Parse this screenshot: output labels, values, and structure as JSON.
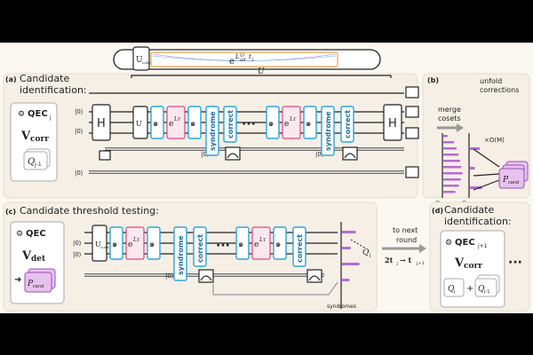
{
  "panel_a": {
    "tag": "(a)",
    "title_line1": "Candidate",
    "title_line2": "identification:",
    "qec_label": "QEC",
    "qec_sub": "j",
    "vcorr_label": "V",
    "vcorr_sub": "corr",
    "q_label": "Q",
    "q_sub": "j-1",
    "ket0": "|0⟩",
    "h_label": "H",
    "u_label": "U",
    "u_sub": "code",
    "exp_label": "e",
    "exp_sup": "L",
    "exp_sup2": "(j)",
    "exp_sup_sub": "eff",
    "exp_sup_t": "t",
    "exp_sup_tj": "j",
    "unitary_label": "U",
    "syndrome": "syndrome",
    "correct": "correct",
    "dots": "···",
    "eLt": "e",
    "eLt_sup": "Lτ"
  },
  "panel_b": {
    "tag": "(b)",
    "merge_line1": "merge",
    "merge_line2": "cosets",
    "unfold_line1": "unfold",
    "unfold_line2": "corrections",
    "times_o": "×O(M)",
    "p_left": "P",
    "p_left_sub": "n'",
    "p_right": "P",
    "p_right_sub": "n",
    "pcand": "P",
    "pcand_sub": "cand"
  },
  "panel_c": {
    "tag": "(c)",
    "title": "Candidate threshold testing:",
    "qec_label": "QEC",
    "vdet_label": "V",
    "vdet_sub": "det",
    "pcand": "P",
    "pcand_sub": "cand",
    "ket0": "|0⟩",
    "u_label": "U",
    "u_sub": "code",
    "syndrome": "syndrome",
    "correct": "correct",
    "dots": "···",
    "eLt": "e",
    "eLt_sup": "Lτ",
    "syndromes": "syndromes",
    "q_label": "Q",
    "q_sub": "j"
  },
  "next_round": {
    "line1": "to next",
    "line2": "round",
    "rule": "2t",
    "rule_sub": "j",
    "arrow": " → t",
    "rule_sub2": "j+1"
  },
  "panel_d": {
    "tag": "(d)",
    "title_line1": "Candidate",
    "title_line2": "identification:",
    "qec_label": "QEC",
    "qec_sub": "j+1",
    "vcorr_label": "V",
    "vcorr_sub": "corr",
    "q1": "Q",
    "q1_sub": "j",
    "plus": "+",
    "q2": "Q",
    "q2_sub": "j-1",
    "dots": "···"
  },
  "colors": {
    "cyan": "#2aa7d6",
    "pink": "#d94b7b",
    "purple": "#b66bd0",
    "panel_bg": "#fbf7f1"
  },
  "bars_b_left": [
    0.22,
    0.55,
    0.68,
    0.78,
    0.86,
    0.92,
    0.98,
    0.9,
    0.8,
    0.62
  ],
  "bars_b_right": [
    0.5,
    0.25,
    0.62
  ],
  "bars_c": [
    0.55,
    0.35,
    0.7,
    0.3
  ]
}
